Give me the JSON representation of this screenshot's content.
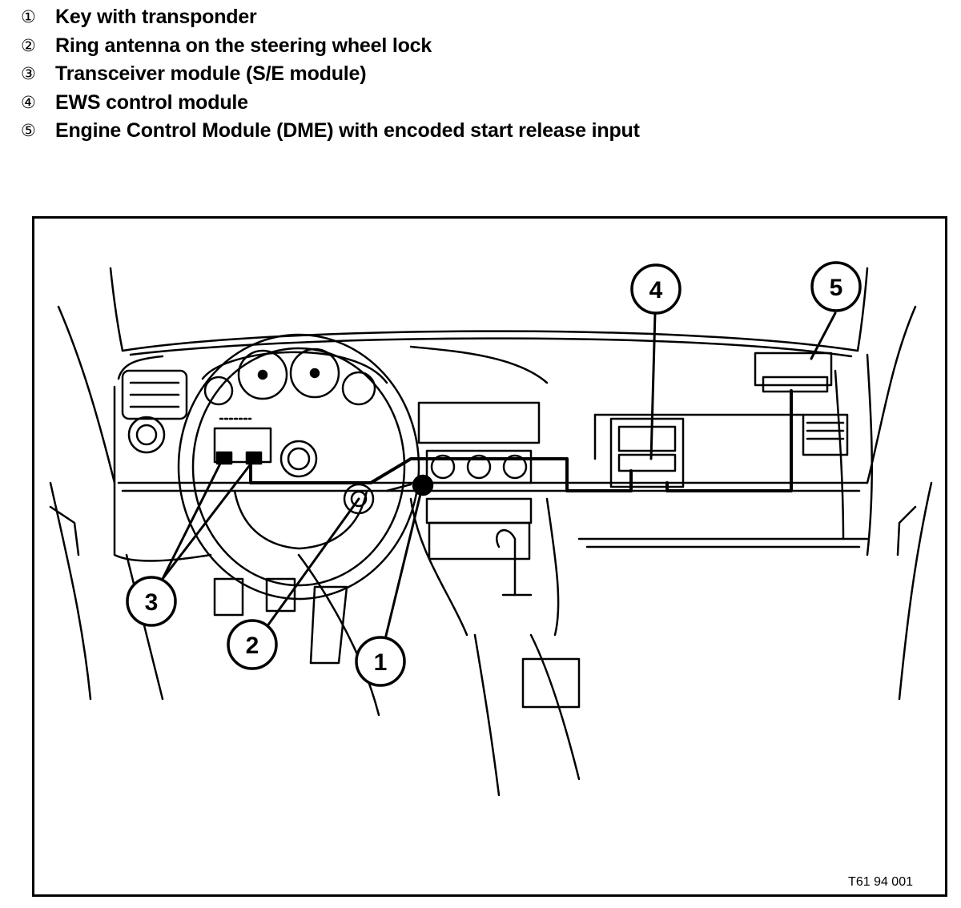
{
  "legend": [
    {
      "marker": "①",
      "label": "Key with transponder"
    },
    {
      "marker": "②",
      "label": "Ring antenna on the steering wheel lock"
    },
    {
      "marker": "③",
      "label": "Transceiver module (S/E module)"
    },
    {
      "marker": "④",
      "label": "EWS control module"
    },
    {
      "marker": "⑤",
      "label": "Engine Control Module (DME) with encoded start release input"
    }
  ],
  "callouts": [
    "1",
    "2",
    "3",
    "4",
    "5"
  ],
  "figure_ref": "T61 94 001"
}
